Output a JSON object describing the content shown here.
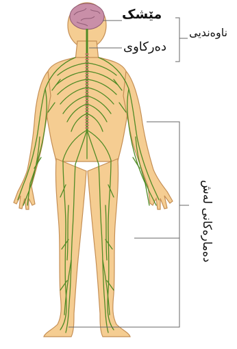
{
  "labels": {
    "brain": "مێشک",
    "spinal_cord": "دەرکاوی",
    "central_nervous_system": "ناوەندیی",
    "peripheral_nerves": "دەمارەکانی لەش"
  },
  "colors": {
    "background": "#ffffff",
    "skin": "#f5cd92",
    "skin_outline": "#c48e54",
    "brain": "#c98fa8",
    "spine": "#c07868",
    "nerves": "#4f8a24",
    "bracket": "#666666",
    "text": "#111111"
  }
}
